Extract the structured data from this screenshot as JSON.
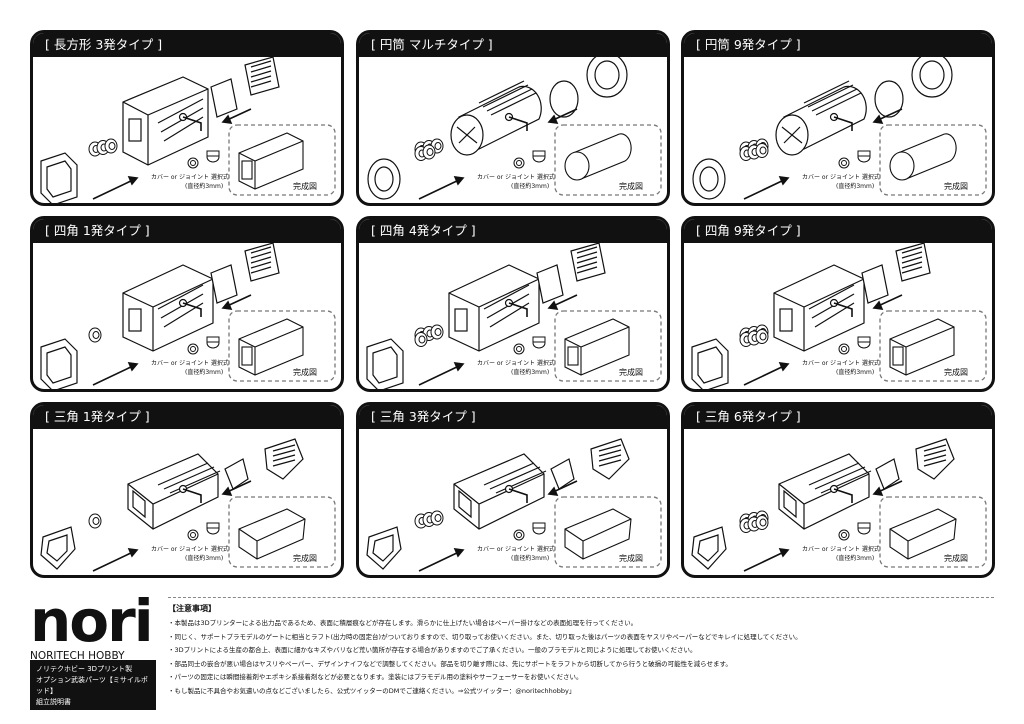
{
  "panels": [
    {
      "title": "[ 長方形 3発タイプ ]",
      "shape": "rect",
      "bullets": 3
    },
    {
      "title": "[ 円筒 マルチタイプ ]",
      "shape": "cyl",
      "bullets": 5
    },
    {
      "title": "[ 円筒 9発タイプ ]",
      "shape": "cyl",
      "bullets": 9
    },
    {
      "title": "[ 四角 1発タイプ ]",
      "shape": "square",
      "bullets": 1
    },
    {
      "title": "[ 四角 4発タイプ ]",
      "shape": "square",
      "bullets": 4
    },
    {
      "title": "[ 四角 9発タイプ ]",
      "shape": "square",
      "bullets": 9
    },
    {
      "title": "[ 三角 1発タイプ ]",
      "shape": "tri",
      "bullets": 1
    },
    {
      "title": "[ 三角 3発タイプ ]",
      "shape": "tri",
      "bullets": 3
    },
    {
      "title": "[ 三角 6発タイプ ]",
      "shape": "tri",
      "bullets": 6
    }
  ],
  "labels": {
    "joint_line1": "カバー or ジョイント 選択式",
    "joint_line2": "(直径約3mm)",
    "complete": "完成図"
  },
  "logo": {
    "mark": "nori",
    "sub": "NORITECH HOBBY",
    "desc_line1": "ノリテクホビー 3Dプリント製",
    "desc_line2": "オプション武装パーツ【ミサイルポッド】",
    "desc_line3": "組立説明書"
  },
  "notes": {
    "title": "【注意事項】",
    "items": [
      "・本製品は3Dプリンターによる出力品であるため、表面に積層痕などが存在します。滑らかに仕上げたい場合はペーパー掛けなどの表面処理を行ってください。",
      "・同じく、サポートプラモデルのゲートに相当とラフト(出力時の固定台)がついておりますので、切り取ってお使いください。また、切り取った後はパーツの表面をヤスリやペーパーなどでキレイに処理してください。",
      "・3Dプリントによる生産の都合上、表面に細かなキズやバリなど荒い箇所が存在する場合がありますのでご了承ください。一般のプラモデルと同じように処理してお使いください。",
      "・部品同士の嵌合が悪い場合はヤスリやペーパー、デザインナイフなどで調整してください。部品を切り離す際には、先にサポートをラフトから切断してから行うと破損の可能性を減らせます。",
      "・パーツの固定には瞬間接着剤やエポキシ系接着剤などが必要となります。塗装にはプラモデル用の塗料やサーフェーサーをお使いください。",
      "・もし製品に不具合やお気遣いの点などございましたら、公式ツイッターのDMでご連絡ください。⇒公式ツイッター：@noritechhobby」"
    ]
  }
}
